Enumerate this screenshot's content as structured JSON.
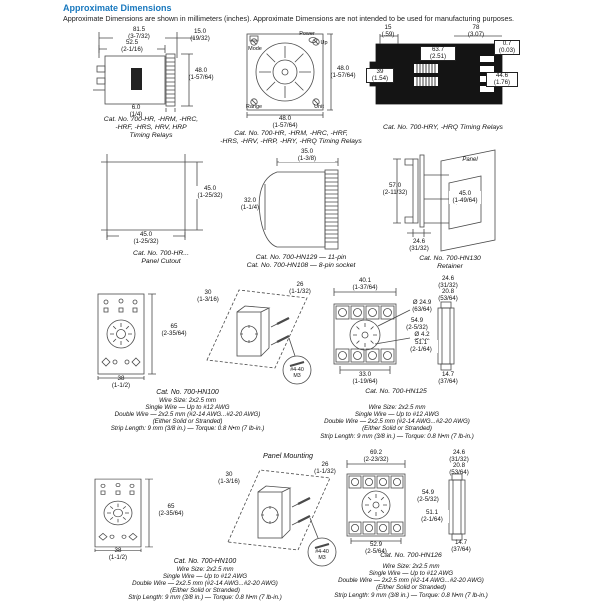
{
  "header": {
    "title": "Approximate Dimensions",
    "subtitle": "Approximate Dimensions are shown in millimeters (inches). Approximate Dimensions are not intended to be used for manufacturing purposes."
  },
  "colors": {
    "accent": "#1878be",
    "line": "#4a4a4a",
    "black_fill": "#141414"
  },
  "fig_relay_side": {
    "caption": "Cat. No. 700-HR, -HRM, -HRC,\n-HRF, -HRS, HRV, HRP\nTiming Relays",
    "dims": {
      "w_outer": "81.5\n(3-7/32)",
      "w_inner": "52.5\n(2-1/16)",
      "depth": "15.0\n(19/32)",
      "height": "48.0\n(1-57/64)",
      "base": "6.0\n(1/4)"
    }
  },
  "fig_relay_front": {
    "caption": "Cat. No. 700-HR, -HRM, -HRC, -HRF,\n-HRS, -HRV, -HRP, -HRY, -HRQ Timing Relays",
    "dims": {
      "width": "48.0\n(1-57/64)",
      "height": "48.0\n(1-57/64)"
    },
    "labels": {
      "mode": "Mode",
      "power": "Power",
      "up": "Up",
      "range": "Range",
      "unit": "Unit"
    }
  },
  "fig_hry_hrq": {
    "caption": "Cat. No. 700-HRY, -HRQ Timing Relays",
    "dims": {
      "d15": "15\n(.59)",
      "d78": "78\n(3.07)",
      "d07": "0.7\n(0.03)",
      "d637": "63.7\n(2.51)",
      "d39": "39\n(1.54)",
      "d446": "44.6\n(1.76)"
    }
  },
  "fig_panel_cutout": {
    "caption": "Cat. No. 700-HR...\nPanel Cutout",
    "dims": {
      "width": "45.0\n(1-25/32)",
      "height": "45.0\n(1-25/32)"
    }
  },
  "fig_socket_side": {
    "caption": "Cat. No. 700-HN129 — 11-pin\nCat. No. 700-HN108 — 8-pin socket",
    "dims": {
      "width": "35.0\n(1-3/8)",
      "height": "32.0\n(1-1/4)"
    }
  },
  "fig_retainer": {
    "caption": "Cat. No. 700-HN130\nRetainer",
    "panel_label": "Panel",
    "dims": {
      "height": "57.0\n(2-11/32)",
      "depth": "24.6\n(31/32)",
      "cutout": "45.0\n(1-49/64)"
    }
  },
  "fig_hn100_front": {
    "dims": {
      "height": "65\n(2-35/64)",
      "width": "38\n(1-1/2)"
    }
  },
  "fig_panel_mount_3d": {
    "dims": {
      "d30": "30\n(1-3/16)",
      "d26": "26\n(1-1/32)"
    },
    "callout": "#4-40\nM3"
  },
  "panel_mounting_title": "Panel Mounting",
  "hn100_spec": {
    "cat": "Cat. No. 700-HN100",
    "lines": [
      "Wire Size: 2x2.5 mm",
      "Single Wire — Up to #12 AWG",
      "Double Wire — 2x2.5 mm (#2-14 AWG...#2-20 AWG)",
      "(Either Solid or Stranded)",
      "Strip Length: 9 mm (3/8 in.) — Torque: 0.8 N•m (7 lb-in.)"
    ]
  },
  "fig_hn125": {
    "caption": "Cat. No. 700-HN125",
    "dims": {
      "width": "40.1\n(1-37/64)",
      "width_b": "33.0\n(1-19/64)",
      "dia_big": "Ø 24.9\n(63/64)",
      "dia_small": "Ø 4.2\n(5/32)",
      "side_top": "24.6\n(31/32)",
      "side_top2": "20.8\n(53/64)",
      "side_h": "54.9\n(2-5/32)",
      "side_h2": "51.1\n(2-1/64)",
      "side_b": "14.7\n(37/64)"
    }
  },
  "hn125_spec": {
    "lines": [
      "Wire Size: 2x2.5 mm",
      "Single Wire — Up to #12 AWG",
      "Double Wire — 2x2.5 mm (#2-14 AWG...#2-20 AWG)",
      "(Either Solid or Stranded)",
      "Strip Length: 9 mm (3/8 in.) — Torque: 0.8 N•m (7 lb-in.)"
    ]
  },
  "fig_hn126": {
    "caption": "Cat. No. 700-HN126",
    "dims": {
      "width": "69.2\n(2-23/32)",
      "width_b": "52.9\n(2-5/64)",
      "side_top": "24.6\n(31/32)",
      "side_top2": "20.8\n(53/64)",
      "side_h": "54.9\n(2-5/32)",
      "side_h2": "51.1\n(2-1/64)",
      "side_b": "14.7\n(37/64)"
    }
  },
  "hn126_spec": {
    "lines": [
      "Wire Size: 2x2.5 mm",
      "Single Wire — Up to #12 AWG",
      "Double Wire — 2x2.5 mm (#2-14 AWG...#2-20 AWG)",
      "(Either Solid or Stranded)",
      "Strip Length: 9 mm (3/8 in.) — Torque: 0.8 N•m (7 lb-in.)"
    ]
  }
}
